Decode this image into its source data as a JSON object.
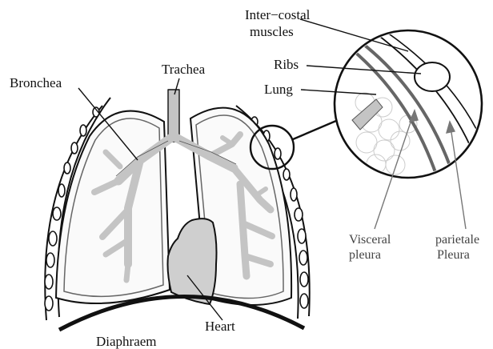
{
  "diagram": {
    "labels": {
      "intercostal_line1": "Inter−costal",
      "intercostal_line2": "muscles",
      "ribs": "Ribs",
      "lung": "Lung",
      "trachea": "Trachea",
      "bronchea": "Bronchea",
      "heart": "Heart",
      "diaphragm": "Diaphraem",
      "visceral_line1": "Visceral",
      "visceral_line2": "pleura",
      "parietal_line1": "parietale",
      "parietal_line2": "Pleura"
    },
    "colors": {
      "airway": "#c4c4c4",
      "heart": "#cfcfcf",
      "pleura_dark": "#666666",
      "outline": "#111111"
    }
  }
}
